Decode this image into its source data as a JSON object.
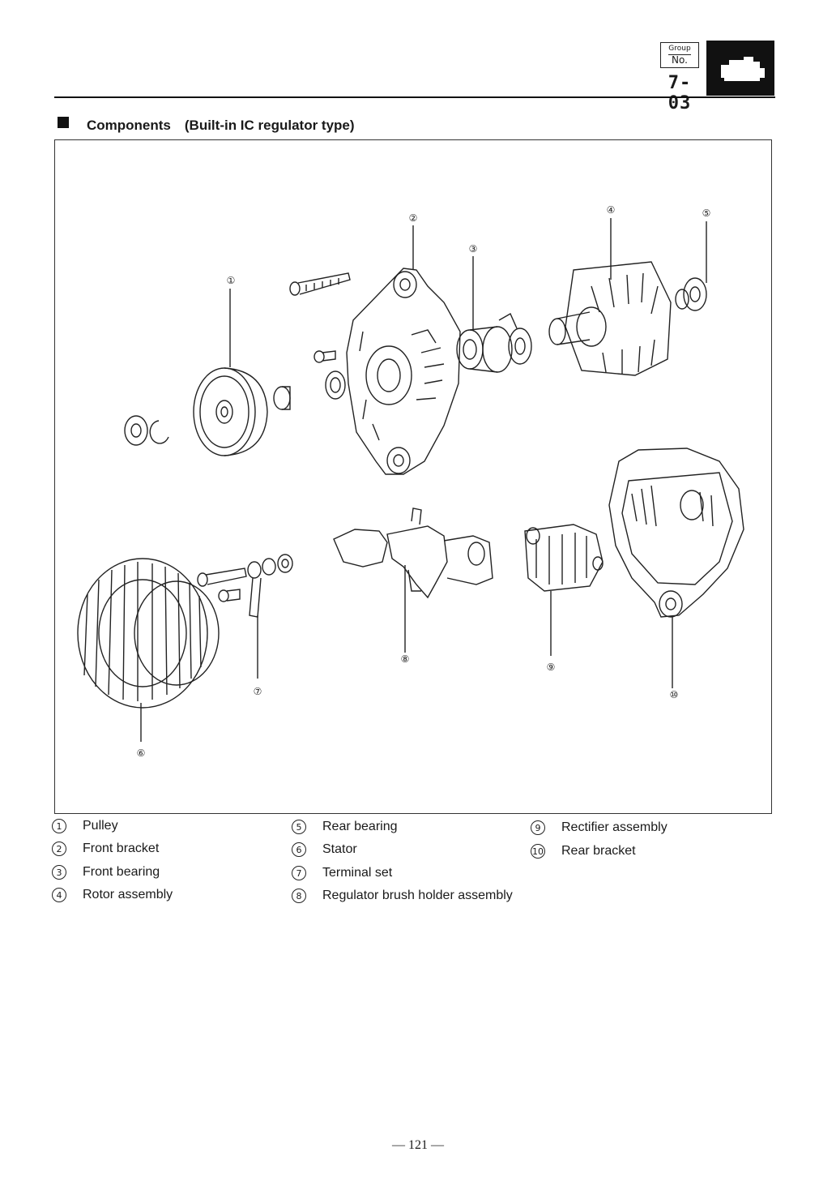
{
  "header": {
    "group_label": "Group",
    "no_label": "No.",
    "section_number": "7-03"
  },
  "title": "Components　(Built-in IC regulator type)",
  "figure": {
    "callouts": [
      "①",
      "②",
      "③",
      "④",
      "⑤",
      "⑥",
      "⑦",
      "⑧",
      "⑨",
      "⑩"
    ]
  },
  "legend": [
    {
      "num": "1",
      "label": "Pulley"
    },
    {
      "num": "2",
      "label": "Front bracket"
    },
    {
      "num": "3",
      "label": "Front bearing"
    },
    {
      "num": "4",
      "label": "Rotor assembly"
    },
    {
      "num": "5",
      "label": "Rear bearing"
    },
    {
      "num": "6",
      "label": "Stator"
    },
    {
      "num": "7",
      "label": "Terminal set"
    },
    {
      "num": "8",
      "label": "Regulator brush holder assembly"
    },
    {
      "num": "9",
      "label": "Rectifier assembly"
    },
    {
      "num": "10",
      "label": "Rear bracket"
    }
  ],
  "page_number": "— 121 —"
}
